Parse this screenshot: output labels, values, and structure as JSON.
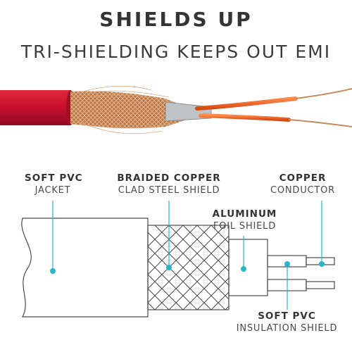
{
  "header": {
    "title": "SHIELDS UP",
    "subtitle": "TRI-SHIELDING KEEPS OUT EMI"
  },
  "colors": {
    "jacket": "#c8102e",
    "wire_insulation": "#e8541e",
    "copper": "#c78a5a",
    "callout": "#2bb3c6",
    "outline": "#4a4a4a"
  },
  "labels": {
    "jacket": {
      "bold": "SOFT PVC",
      "light": "JACKET"
    },
    "braid": {
      "bold": "BRAIDED COPPER",
      "light": "CLAD STEEL SHIELD"
    },
    "foil": {
      "bold": "ALUMINUM",
      "light": "FOIL SHIELD"
    },
    "conductor": {
      "bold": "COPPER",
      "light": "CONDUCTOR"
    },
    "insulation": {
      "bold": "SOFT PVC",
      "light": "INSULATION SHIELD"
    }
  }
}
